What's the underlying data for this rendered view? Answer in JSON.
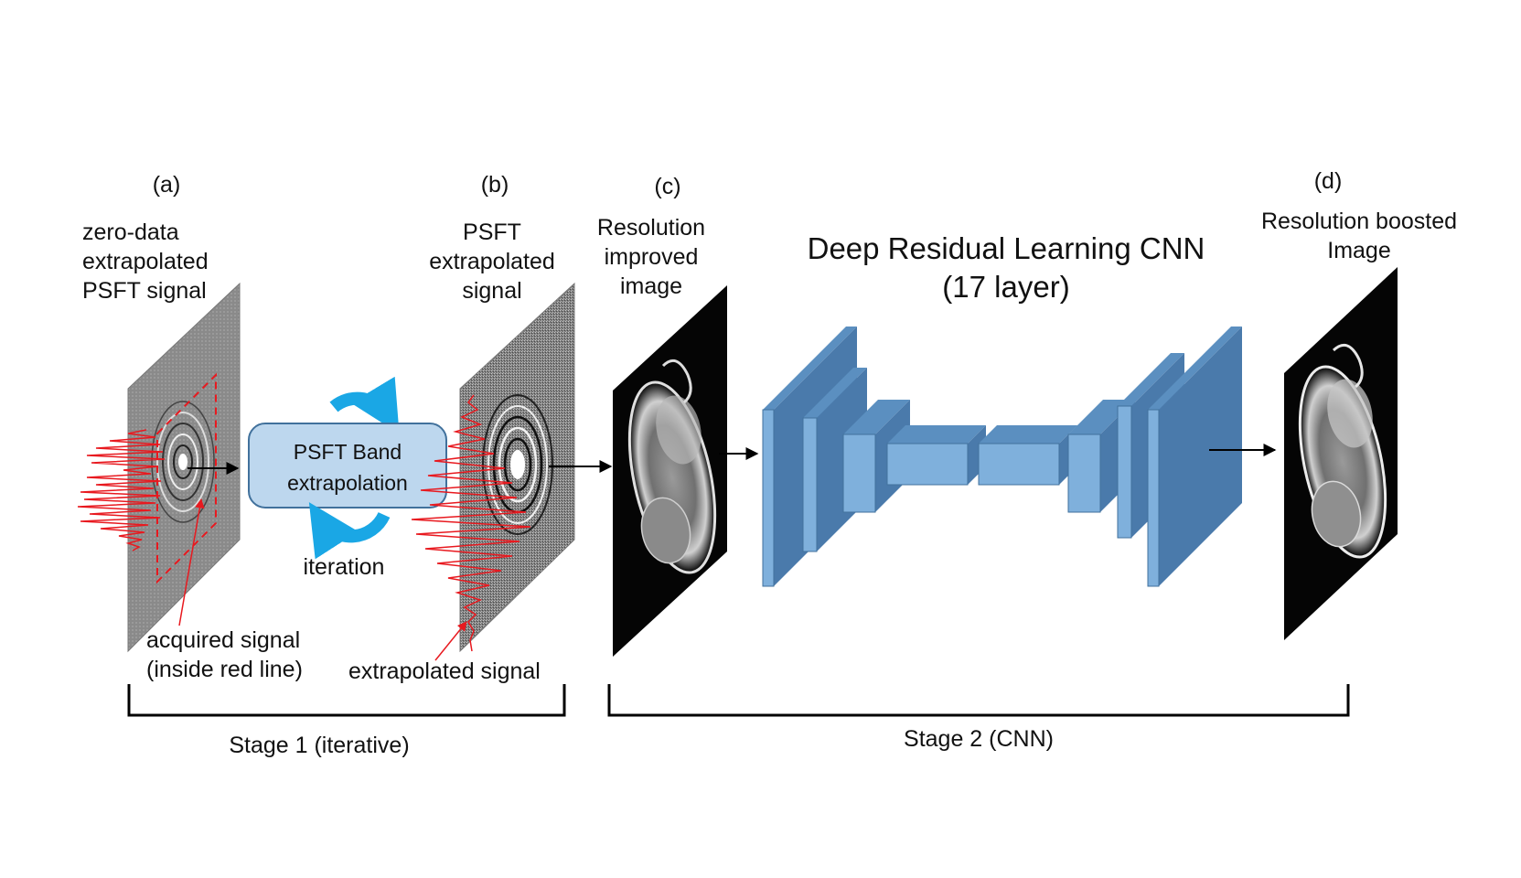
{
  "panels": {
    "a": {
      "letter": "(a)",
      "caption": [
        "zero-data",
        "extrapolated",
        "PSFT signal"
      ],
      "annotation": [
        "acquired signal",
        "(inside red line)"
      ]
    },
    "b": {
      "letter": "(b)",
      "caption": [
        "PSFT",
        "extrapolated",
        "signal"
      ],
      "annotation": "extrapolated signal"
    },
    "c": {
      "letter": "(c)",
      "caption": [
        "Resolution",
        "improved",
        "image"
      ]
    },
    "d": {
      "letter": "(d)",
      "caption": [
        "Resolution boosted",
        "Image"
      ]
    }
  },
  "process_box": {
    "lines": [
      "PSFT Band",
      "extrapolation"
    ],
    "loop_label": "iteration"
  },
  "cnn": {
    "title": "Deep Residual Learning CNN",
    "subtitle": "(17 layer)"
  },
  "stages": {
    "stage1": "Stage 1 (iterative)",
    "stage2": "Stage 2 (CNN)"
  },
  "colors": {
    "signal": "#e8191f",
    "loop_arrow": "#1aa7e5",
    "box_fill": "#bdd7ee",
    "box_stroke": "#41719c",
    "layer_front": "#7fb0dc",
    "layer_top": "#5b8fc0",
    "layer_side": "#4a7aab"
  },
  "icons": [
    "loop-arrow-icon",
    "arrow-right-icon"
  ]
}
